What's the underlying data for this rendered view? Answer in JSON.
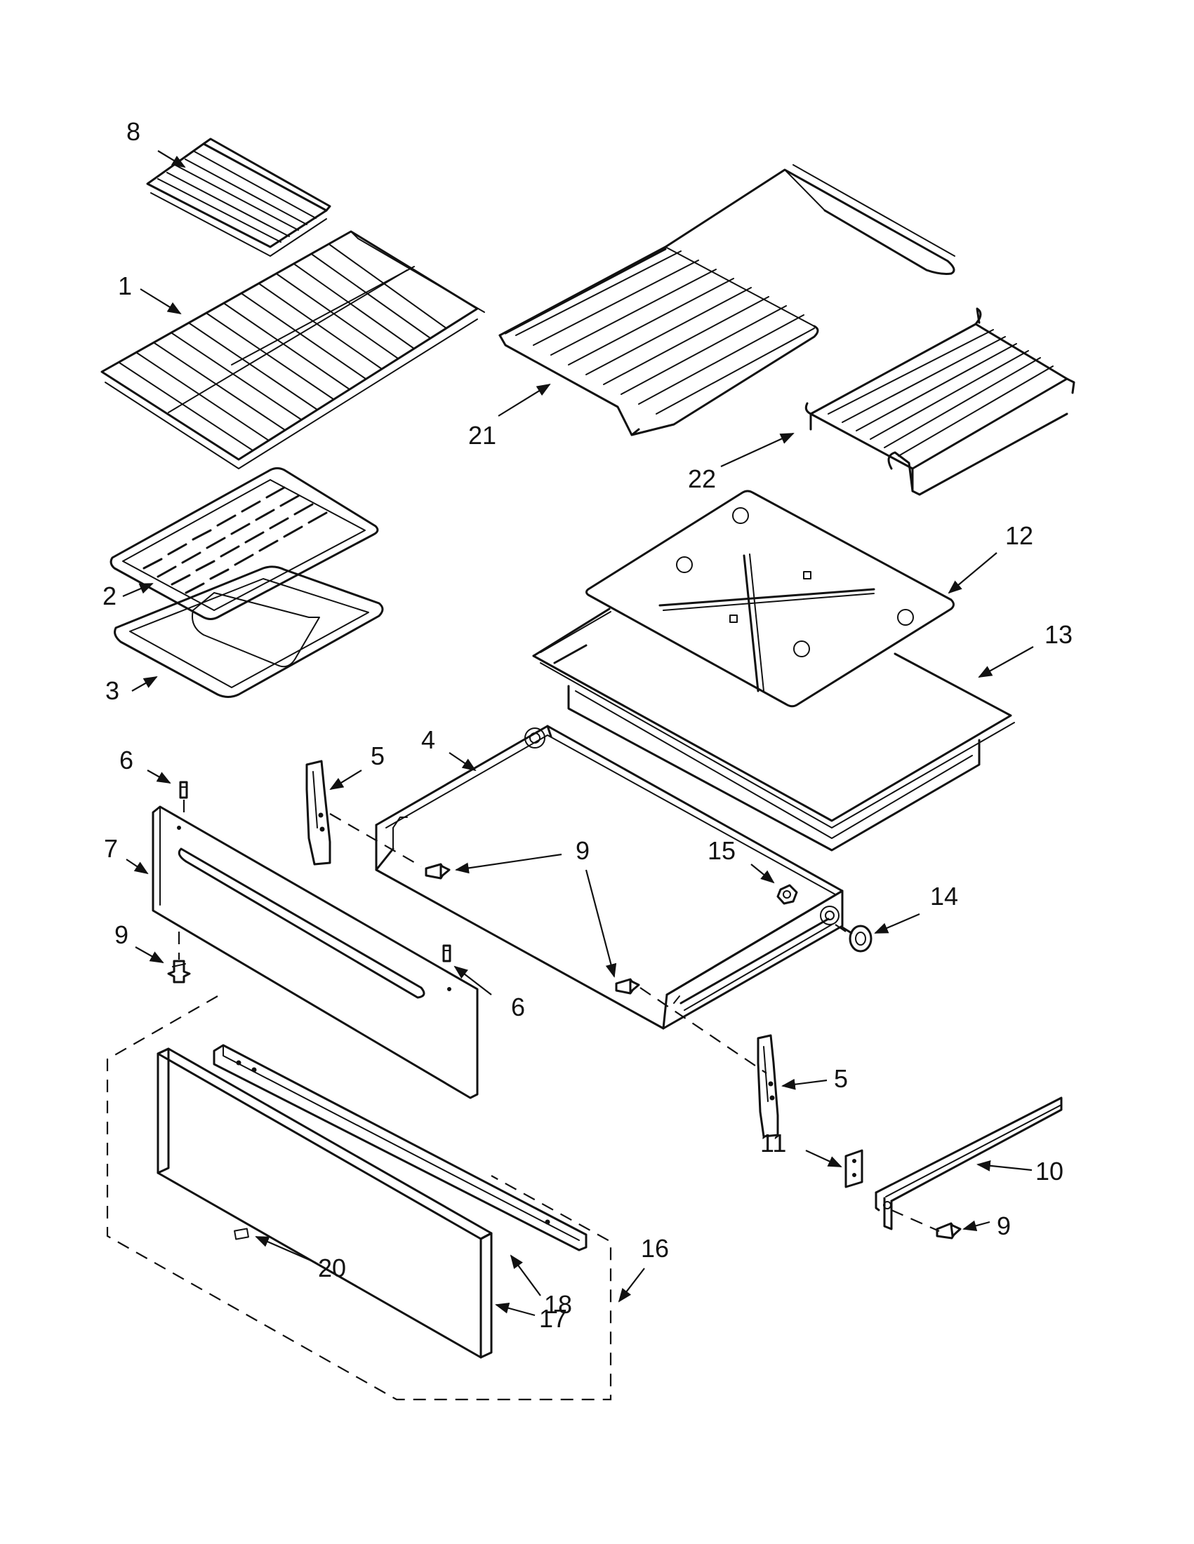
{
  "diagram": {
    "callouts": {
      "c8": "8",
      "c1": "1",
      "c2": "2",
      "c3": "3",
      "c21": "21",
      "c22": "22",
      "c12": "12",
      "c13": "13",
      "c4": "4",
      "c5a": "5",
      "c5b": "5",
      "c6a": "6",
      "c6b": "6",
      "c7": "7",
      "c9a": "9",
      "c9b": "9",
      "c9c": "9",
      "c10": "10",
      "c11": "11",
      "c14": "14",
      "c15": "15",
      "c16": "16",
      "c17": "17",
      "c18": "18",
      "c20": "20"
    }
  }
}
